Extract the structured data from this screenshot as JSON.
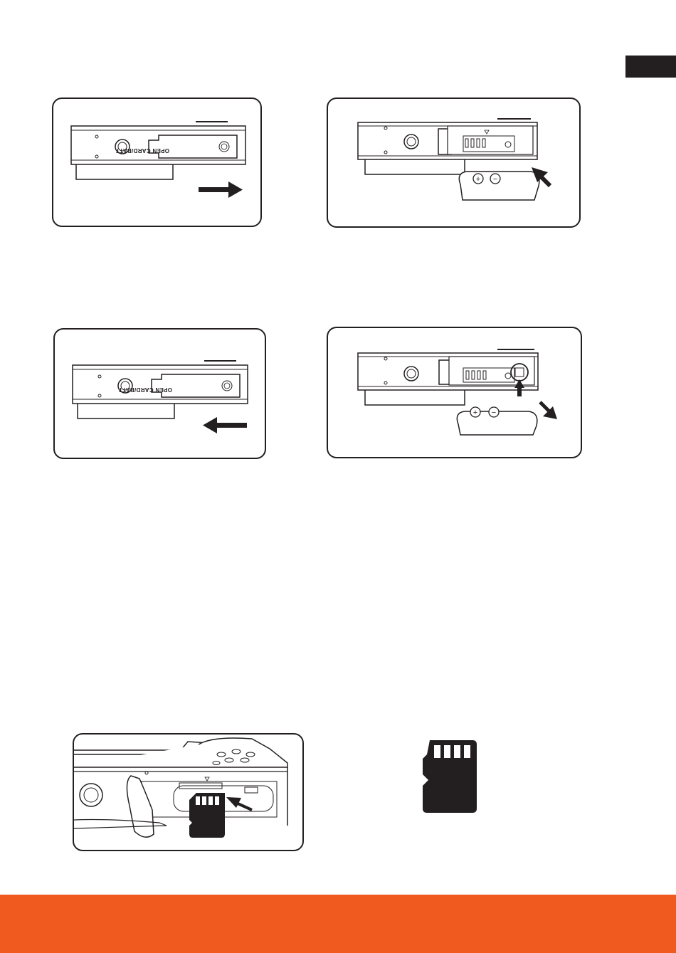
{
  "figures": {
    "fig1": {
      "cover_label": "OPEN CARD/BATT.",
      "arrow_direction": "right"
    },
    "fig2": {
      "battery_plus": "+",
      "battery_minus": "−",
      "arrow_direction": "up-left"
    },
    "fig3": {
      "cover_label": "OPEN CARD/BATT.",
      "arrow_direction": "left"
    },
    "fig4": {
      "battery_plus": "+",
      "battery_minus": "−",
      "arrow_direction": "down-right"
    },
    "fig5": {
      "arrow_direction": "up-left"
    },
    "fig6": {
      "icon": "microsd-card-icon"
    }
  },
  "colors": {
    "ink": "#231f20",
    "accent": "#f05a1e"
  }
}
